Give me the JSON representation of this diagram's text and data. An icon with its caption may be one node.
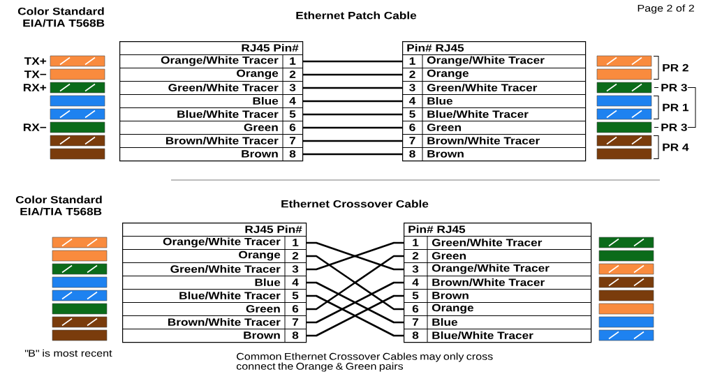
{
  "diagram": {
    "nodes": [
      {
        "text": [
          "RJ45 Pin#"
        ]
      },
      {
        "text": [
          "Orange/White Tracer",
          "1"
        ],
        "in": 0
      },
      {
        "text": [
          "Orange",
          "2"
        ],
        "in": 0
      },
      {
        "text": [
          "Green/White Tracer",
          "3"
        ],
        "in": 0
      },
      {
        "text": [
          "Blue",
          "4"
        ],
        "in": 0
      },
      {
        "text": [
          "Blue/White Tracer",
          "5"
        ],
        "in": 0
      },
      {
        "text": [
          "Green",
          "6"
        ],
        "in": 0
      },
      {
        "text": [
          "Brown/White Tracer",
          "7"
        ],
        "in": 0
      },
      {
        "text": [
          "Brown",
          "8"
        ],
        "in": 0
      },
      {
        "text": [
          "Pin# RJ45"
        ]
      },
      {
        "text": [
          "1",
          "Orange/White Tracer"
        ],
        "in": 9
      },
      {
        "text": [
          "2",
          "Orange"
        ],
        "in": 9
      },
      {
        "text": [
          "3",
          "Green/White Tracer"
        ],
        "in": 9
      },
      {
        "text": [
          "4",
          "Blue"
        ],
        "in": 9
      },
      {
        "text": [
          "5",
          "Blue/White Tracer"
        ],
        "in": 9
      },
      {
        "text": [
          "6",
          "Green"
        ],
        "in": 9
      },
      {
        "text": [
          "7",
          "Brown/White Tracer"
        ],
        "in": 9
      },
      {
        "text": [
          "8",
          "Brown"
        ],
        "in": 9
      },
      {
        "text": [
          "RJ45 Pin#"
        ]
      },
      {
        "text": [
          "Orange/White Tracer",
          "1"
        ],
        "in": 18
      },
      {
        "text": [
          "Orange",
          "2"
        ],
        "in": 18
      },
      {
        "text": [
          "Green/White Tracer",
          "3"
        ],
        "in": 18
      },
      {
        "text": [
          "Blue",
          "4"
        ],
        "in": 18
      },
      {
        "text": [
          "Blue/White Tracer",
          "5"
        ],
        "in": 18
      },
      {
        "text": [
          "Green",
          "6"
        ],
        "in": 18
      },
      {
        "text": [
          "Brown/White Tracer",
          "7"
        ],
        "in": 18
      },
      {
        "text": [
          "Brown",
          "8"
        ],
        "in": 18
      },
      {
        "text": [
          "Pin# RJ45"
        ]
      },
      {
        "text": [
          "1",
          "Green/White Tracer"
        ],
        "in": 27
      },
      {
        "text": [
          "2",
          "Green"
        ],
        "in": 27
      },
      {
        "text": [
          "3",
          "Orange/White Tracer"
        ],
        "in": 27
      },
      {
        "text": [
          "4",
          "Brown/White Tracer"
        ],
        "in": 27
      },
      {
        "text": [
          "5",
          "Brown"
        ],
        "in": 27
      },
      {
        "text": [
          "6",
          "Orange"
        ],
        "in": 27
      },
      {
        "text": [
          "7",
          "Blue"
        ],
        "in": 27
      },
      {
        "text": [
          "8",
          "Blue/White Tracer"
        ],
        "in": 27
      }
    ],
    "edges": [
      {
        "from": 1,
        "to": 10,
        "arrow": "none"
      },
      {
        "from": 2,
        "to": 11,
        "arrow": "none"
      },
      {
        "from": 3,
        "to": 12,
        "arrow": "none"
      },
      {
        "from": 4,
        "to": 13,
        "arrow": "none"
      },
      {
        "from": 5,
        "to": 14,
        "arrow": "none"
      },
      {
        "from": 6,
        "to": 15,
        "arrow": "none"
      },
      {
        "from": 7,
        "to": 16,
        "arrow": "none"
      },
      {
        "from": 8,
        "to": 17,
        "arrow": "none"
      },
      {
        "from": 19,
        "to": 30,
        "arrow": "none"
      },
      {
        "from": 20,
        "to": 33,
        "arrow": "none"
      },
      {
        "from": 21,
        "to": 28,
        "arrow": "none"
      },
      {
        "from": 22,
        "to": 34,
        "arrow": "none"
      },
      {
        "from": 23,
        "to": 35,
        "arrow": "none"
      },
      {
        "from": 24,
        "to": 29,
        "arrow": "none"
      },
      {
        "from": 25,
        "to": 31,
        "arrow": "none"
      },
      {
        "from": 26,
        "to": 32,
        "arrow": "none"
      }
    ],
    "labels": [
      "Color Standard",
      "EIA/TIA T568B",
      "Ethernet Patch Cable",
      "Page 2 of 2",
      "TX+",
      "TX−",
      "RX+",
      "RX−",
      "PR 2",
      "PR 3",
      "PR 1",
      "PR 3",
      "PR 4",
      "Color Standard",
      "EIA/TIA T568B",
      "Ethernet Crossover Cable",
      "\"B\" is most recent",
      "Common Ethernet Crossover Cables may only cross connect the Orange & Green pairs"
    ]
  }
}
